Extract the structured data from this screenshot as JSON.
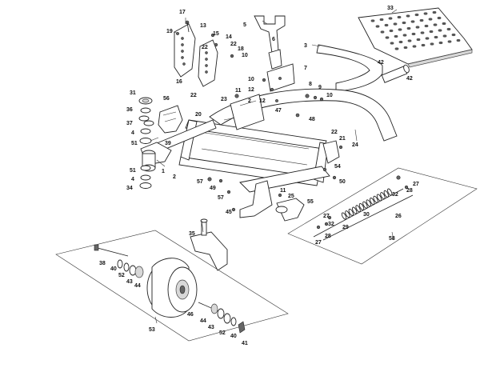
{
  "labels": {
    "p1": "1",
    "p2": "2",
    "p2b": "2",
    "p3": "3",
    "p4": "4",
    "p4b": "4",
    "p5": "5",
    "p6": "6",
    "p7": "7",
    "p8": "8",
    "p9": "9",
    "p10a": "10",
    "p10b": "10",
    "p10c": "10",
    "p11a": "11",
    "p11b": "11",
    "p12a": "12",
    "p12b": "12",
    "p13": "13",
    "p14": "14",
    "p15": "15",
    "p16": "16",
    "p17": "17",
    "p18": "18",
    "p19": "19",
    "p20": "20",
    "p21": "21",
    "p22a": "22",
    "p22b": "22",
    "p22c": "22",
    "p22d": "22",
    "p23": "23",
    "p24": "24",
    "p25": "25",
    "p26": "26",
    "p27a": "27",
    "p27b": "27",
    "p27c": "27",
    "p28a": "28",
    "p28b": "28",
    "p29": "29",
    "p30": "30",
    "p31": "31",
    "p32a": "32",
    "p32b": "32",
    "p33": "33",
    "p34": "34",
    "p35": "35",
    "p36": "36",
    "p37": "37",
    "p38": "38",
    "p39": "39",
    "p40a": "40",
    "p40b": "40",
    "p41": "41",
    "p42a": "42",
    "p42b": "42",
    "p43a": "43",
    "p43b": "43",
    "p44a": "44",
    "p44b": "44",
    "p45": "45",
    "p46": "46",
    "p47": "47",
    "p48": "48",
    "p49": "49",
    "p50": "50",
    "p51a": "51",
    "p51b": "51",
    "p52a": "52",
    "p52b": "52",
    "p53": "53",
    "p54": "54",
    "p55": "55",
    "p56": "56",
    "p57a": "57",
    "p57b": "57",
    "p58": "58"
  }
}
